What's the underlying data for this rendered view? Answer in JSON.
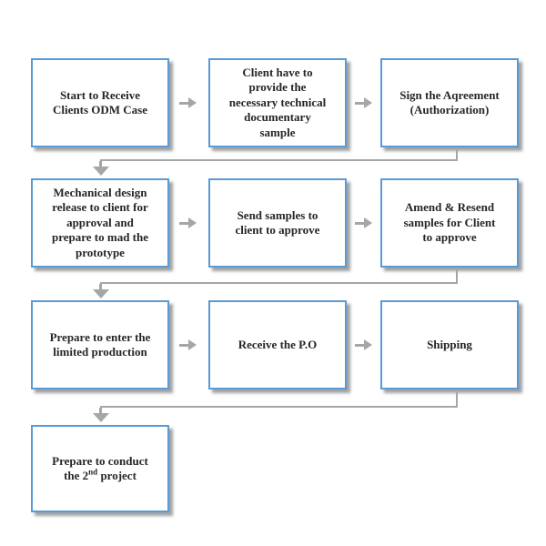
{
  "colors": {
    "background": "#ffffff",
    "box_fill": "#ffffff",
    "box_border": "#5b9bd5",
    "connector": "#a6a6a6",
    "text": "#262626",
    "shadow": "rgba(70,70,70,0.5)"
  },
  "flowchart": {
    "boxes": [
      {
        "id": "start-receive-odm",
        "label": "Start to Receive\nClients ODM Case"
      },
      {
        "id": "client-provide-docs",
        "label": "Client have to\nprovide the\nnecessary technical\ndocumentary\nsample"
      },
      {
        "id": "sign-agreement",
        "label": "Sign the Aqreement\n(Authorization)"
      },
      {
        "id": "mechanical-design-release",
        "label": "Mechanical design\nrelease to client for\napproval and\nprepare to mad the\nprototype"
      },
      {
        "id": "send-samples",
        "label": "Send samples to\nclient to approve"
      },
      {
        "id": "amend-resend-samples",
        "label": "Amend & Resend\nsamples for Client\nto approve"
      },
      {
        "id": "limited-production",
        "label": "Prepare to enter the\nlimited production"
      },
      {
        "id": "receive-po",
        "label": "Receive the P.O"
      },
      {
        "id": "shipping",
        "label": "Shipping"
      },
      {
        "id": "second-project",
        "label_pre": "Prepare to conduct\nthe 2",
        "label_sup": "nd",
        "label_post": " project"
      }
    ],
    "connections": [
      {
        "from": "start-receive-odm",
        "to": "client-provide-docs",
        "icon": "right-arrow"
      },
      {
        "from": "client-provide-docs",
        "to": "sign-agreement",
        "icon": "right-arrow"
      },
      {
        "from": "sign-agreement",
        "to": "mechanical-design-release",
        "icon": "elbow-down-arrow"
      },
      {
        "from": "mechanical-design-release",
        "to": "send-samples",
        "icon": "right-arrow"
      },
      {
        "from": "send-samples",
        "to": "amend-resend-samples",
        "icon": "right-arrow"
      },
      {
        "from": "amend-resend-samples",
        "to": "limited-production",
        "icon": "elbow-down-arrow"
      },
      {
        "from": "limited-production",
        "to": "receive-po",
        "icon": "right-arrow"
      },
      {
        "from": "receive-po",
        "to": "shipping",
        "icon": "right-arrow"
      },
      {
        "from": "shipping",
        "to": "second-project",
        "icon": "elbow-down-arrow"
      }
    ]
  }
}
